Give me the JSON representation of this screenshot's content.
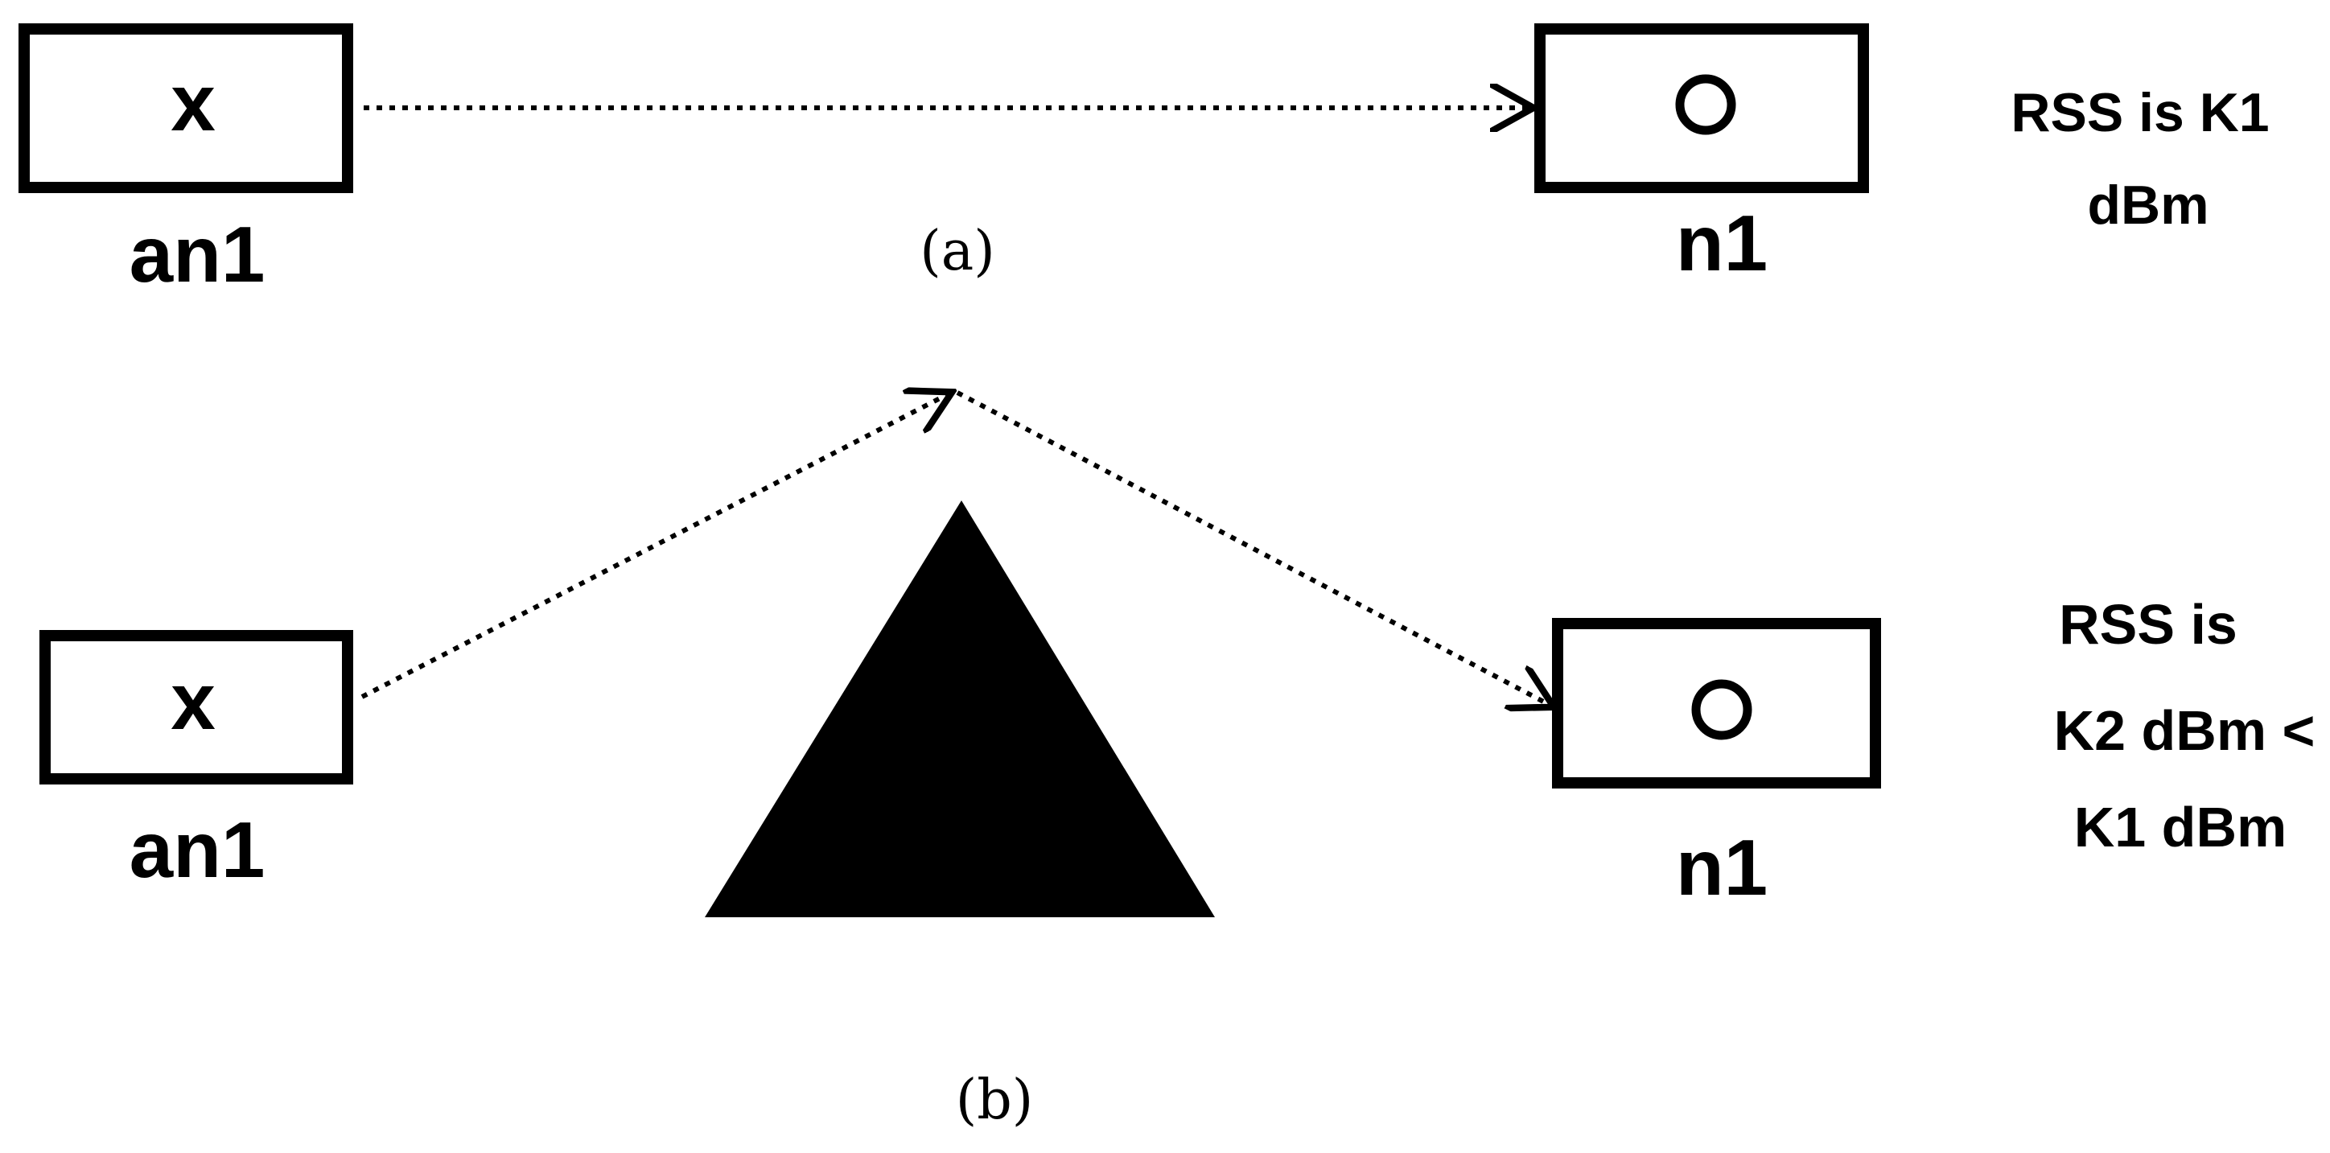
{
  "panel_a": {
    "caption": "(a)",
    "source": {
      "symbol": "x",
      "label": "an1"
    },
    "target": {
      "label": "n1"
    },
    "rss_lines": [
      "RSS is K1",
      "dBm"
    ]
  },
  "panel_b": {
    "caption": "(b)",
    "source": {
      "symbol": "x",
      "label": "an1"
    },
    "target": {
      "label": "n1"
    },
    "rss_lines": [
      "RSS is",
      "K2 dBm <",
      "K1 dBm"
    ]
  },
  "colors": {
    "stroke": "#000000",
    "fill_obstacle": "#000000",
    "background": "#ffffff"
  }
}
